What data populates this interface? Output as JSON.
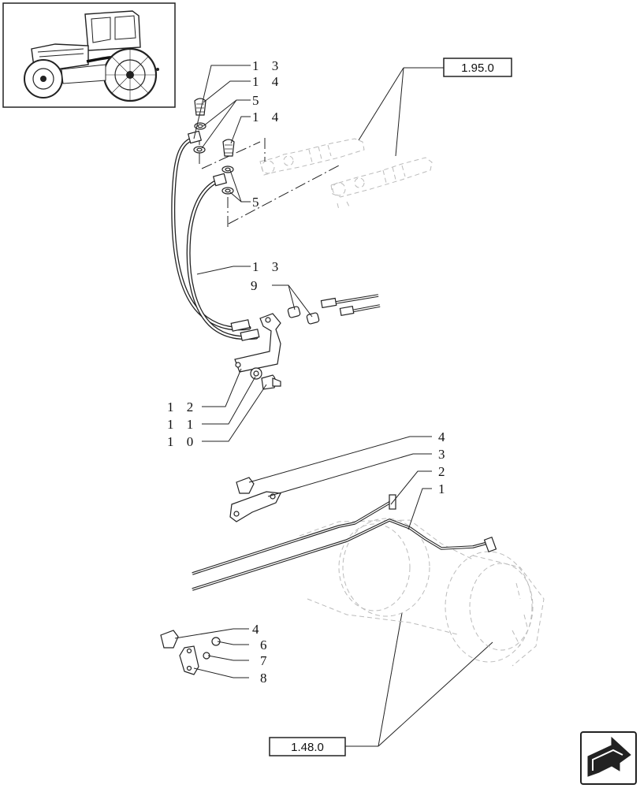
{
  "references": {
    "top_ref": "1.95.0",
    "bottom_ref": "1.48.0"
  },
  "callouts": [
    {
      "id": "c13a",
      "text": "1 3"
    },
    {
      "id": "c14a",
      "text": "1 4"
    },
    {
      "id": "c5a",
      "text": "5"
    },
    {
      "id": "c14b",
      "text": "1 4"
    },
    {
      "id": "c5b",
      "text": "5"
    },
    {
      "id": "c13b",
      "text": "1 3"
    },
    {
      "id": "c9",
      "text": "9"
    },
    {
      "id": "c12",
      "text": "1 2"
    },
    {
      "id": "c11",
      "text": "1 1"
    },
    {
      "id": "c10",
      "text": "1 0"
    },
    {
      "id": "c4a",
      "text": "4"
    },
    {
      "id": "c3",
      "text": "3"
    },
    {
      "id": "c2",
      "text": "2"
    },
    {
      "id": "c1",
      "text": "1"
    },
    {
      "id": "c4b",
      "text": "4"
    },
    {
      "id": "c6",
      "text": "6"
    },
    {
      "id": "c7",
      "text": "7"
    },
    {
      "id": "c8",
      "text": "8"
    }
  ],
  "icons": {
    "thumbnail": "tractor-thumbnail-icon",
    "nav": "next-page-arrow-icon"
  }
}
